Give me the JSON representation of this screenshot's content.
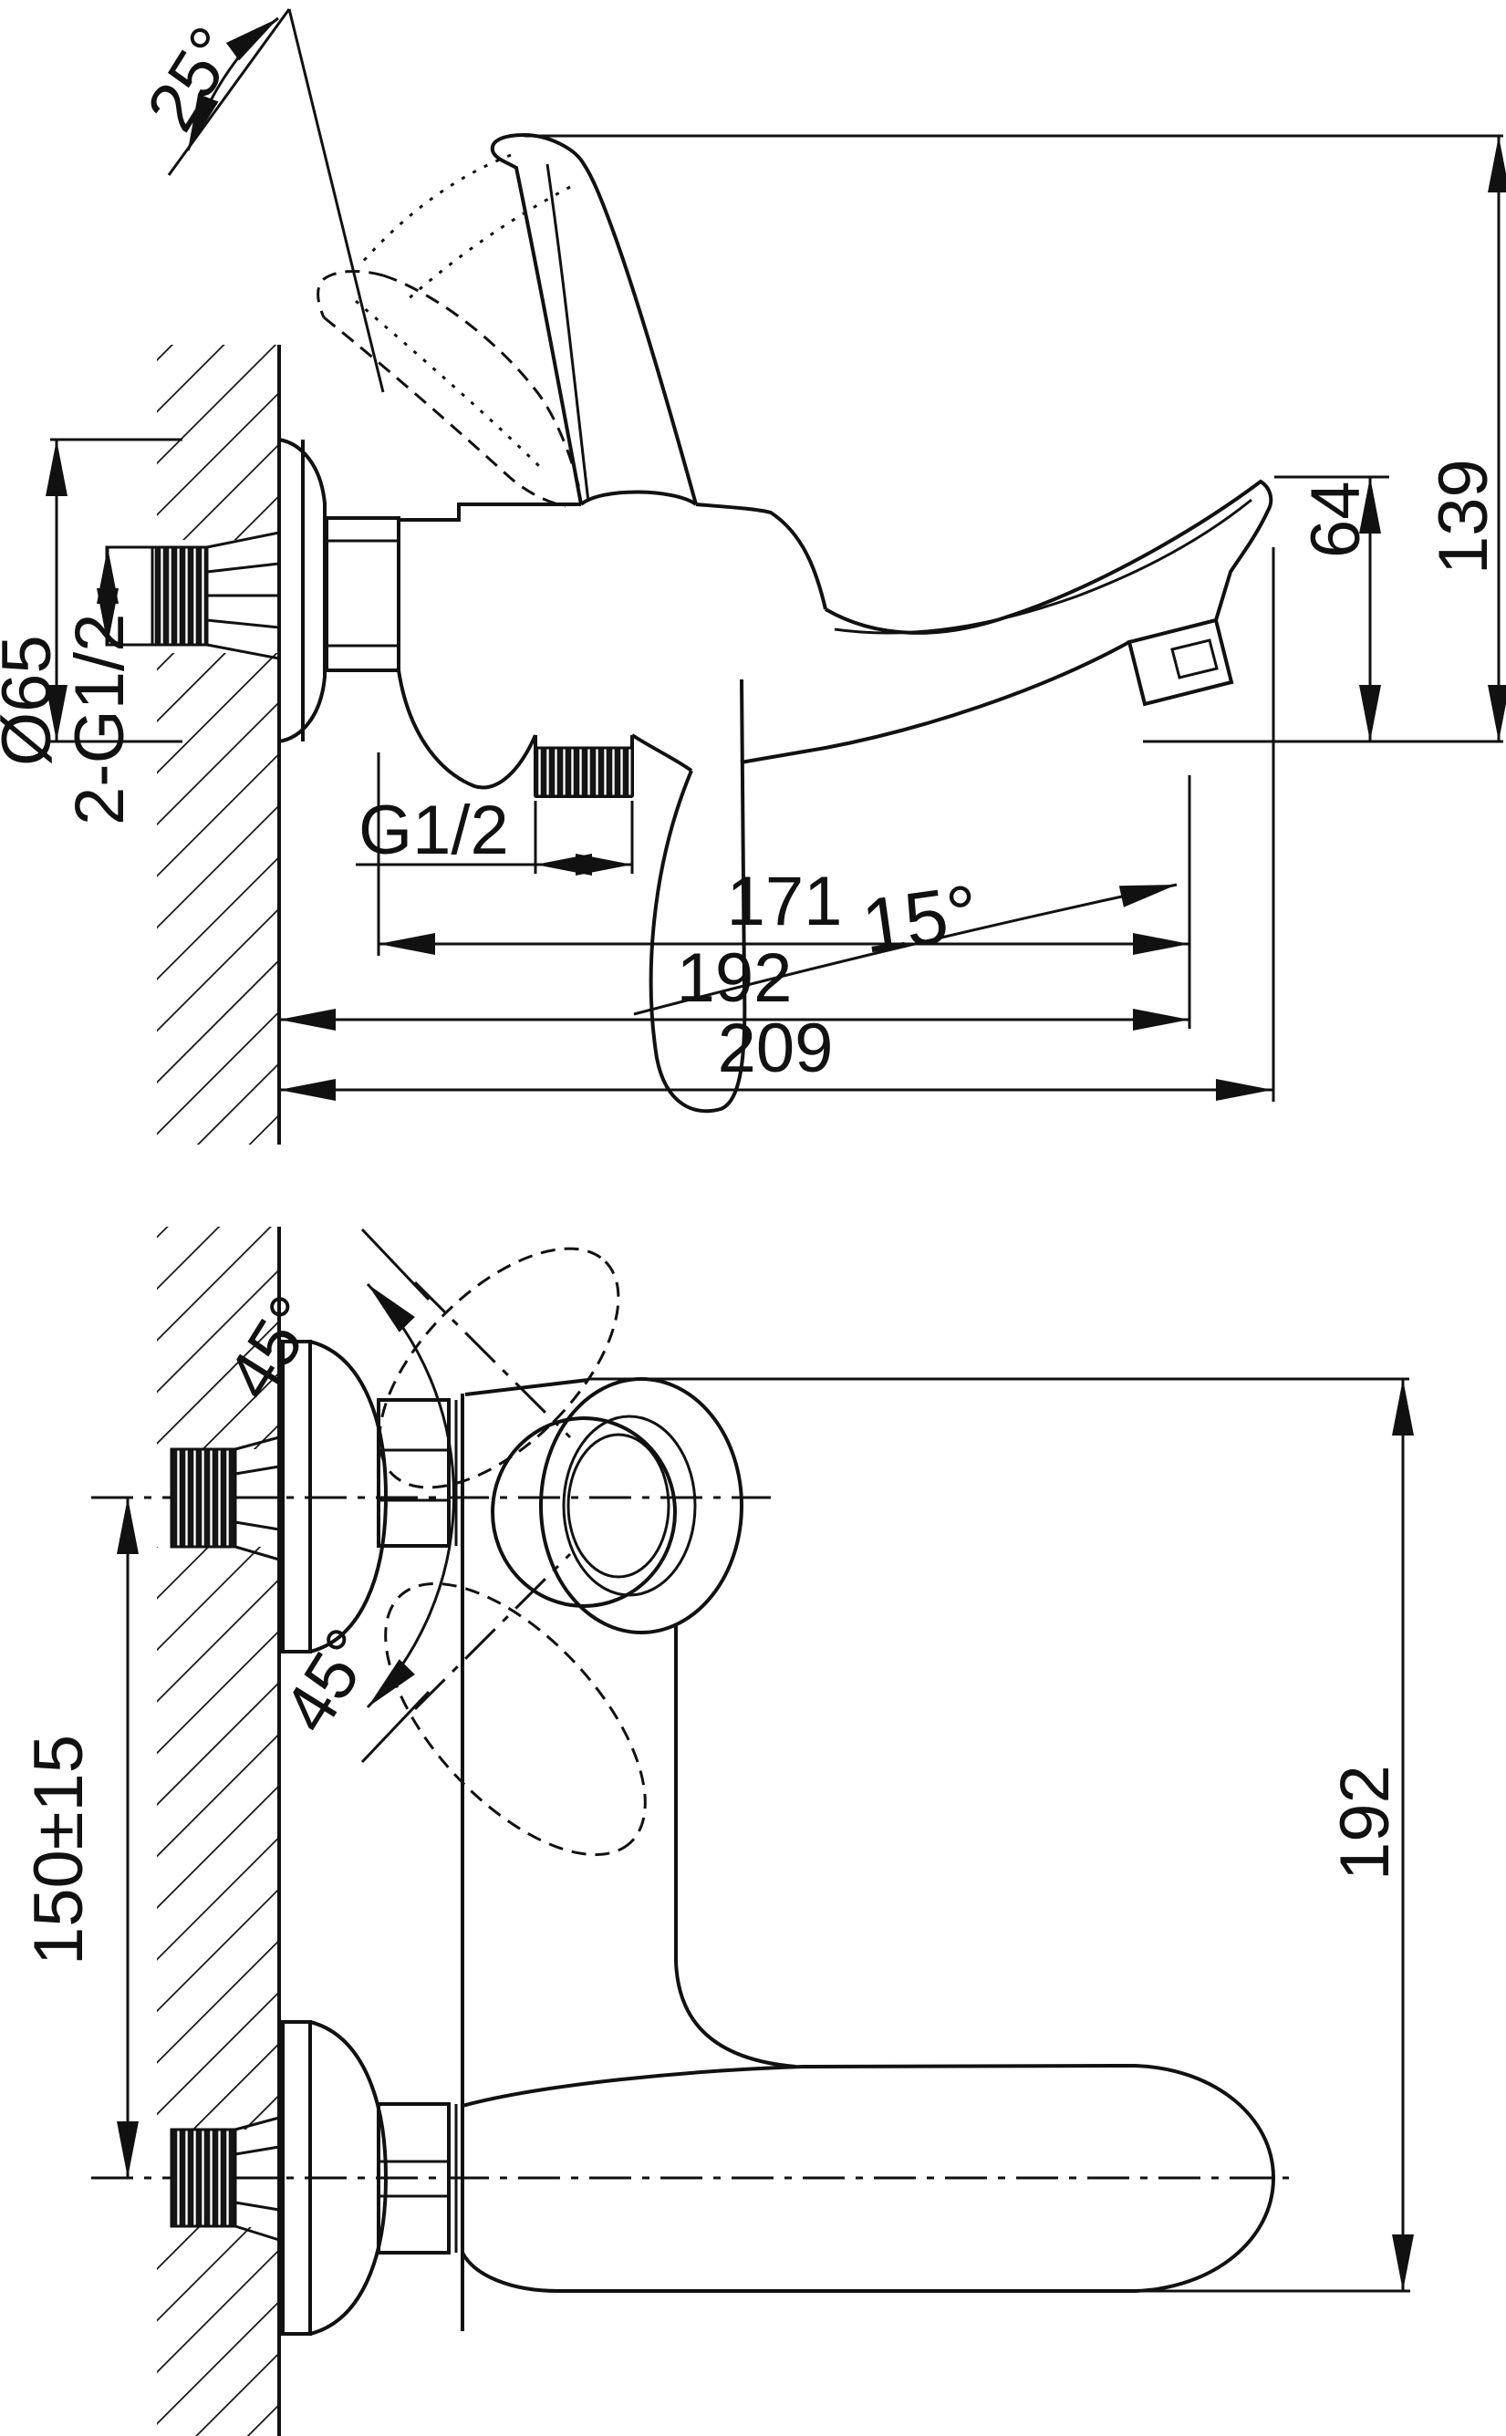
{
  "drawing": {
    "title": "wall-mounted-single-lever-faucet-dimensional-drawing",
    "line_color": "#111111",
    "background_color": "#ffffff",
    "side_view": {
      "handle_open_angle": "25°",
      "escutcheon_diameter": "Ø65",
      "wall_connection_threads": "2-G1/2",
      "bottom_outlet_thread": "G1/2",
      "spout_inclination_angle": "15°",
      "spout_outlet_height": "64",
      "overall_height": "139",
      "outlet_axis_distance": "171",
      "aerator_reach": "192",
      "overall_reach": "209"
    },
    "plan_view": {
      "handle_swing_upper": "45°",
      "handle_swing_lower": "45°",
      "inlet_spacing": "150±15",
      "body_extent": "192"
    }
  }
}
